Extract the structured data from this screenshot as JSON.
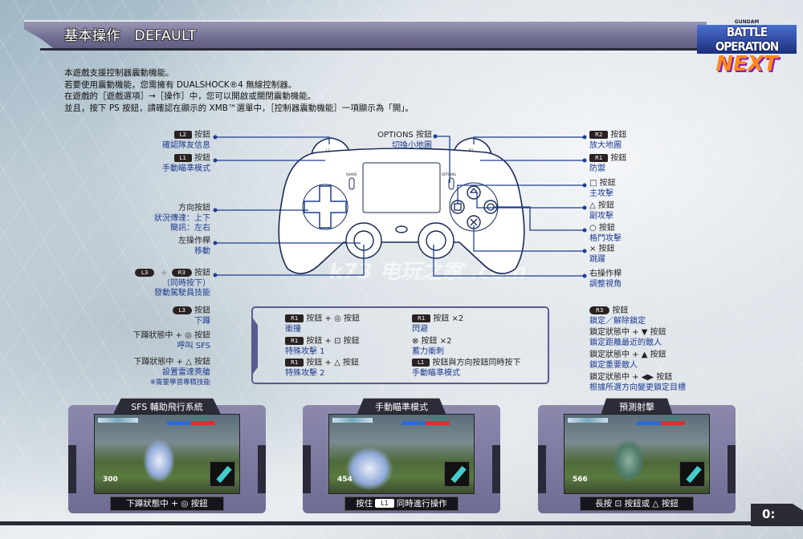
{
  "header": {
    "title": "基本操作　DEFAULT"
  },
  "logo": {
    "brand": "GUNDAM",
    "line1": "BATTLE OPERATION",
    "line2": "NEXT"
  },
  "intro": [
    "本遊戲支援控制器震動機能。",
    "若要使用震動機能，您需擁有 DUALSHOCK®4 無線控制器。",
    "在遊戲的［遊戲選項］→［操作］中，您可以開啟或關閉震動機能。",
    "並且，按下 PS 按鈕，請確認在顯示的 XMB™選單中，［控制器震動機能］一項顯示為「開」。"
  ],
  "colors": {
    "accent_text": "#1d3a8f",
    "line": "#1d3f8f",
    "panel": "#7a779e"
  },
  "left": {
    "l2": {
      "badge": "L2",
      "btn": "按鈕",
      "desc": "確認隊友信息"
    },
    "l1": {
      "badge": "L1",
      "btn": "按鈕",
      "desc": "手動瞄準模式"
    },
    "dpad": {
      "btn": "方向按鈕",
      "desc1": "狀況傳達：上下",
      "desc2": "簡訊：左右"
    },
    "lstick": {
      "btn": "左操作桿",
      "desc": "移動"
    },
    "l3r3": {
      "badge1": "L3",
      "plus": "+",
      "badge2": "R3",
      "btn": "按鈕",
      "desc1": "（同時按下）",
      "desc2": "發動駕駛員技能"
    },
    "l3": {
      "badge": "L3",
      "btn": "按鈕",
      "desc": "下蹲"
    },
    "crouch_circle": {
      "btn": "下蹲狀態中 + ◎ 按鈕",
      "desc": "呼叫 SFS"
    },
    "crouch_tri": {
      "btn": "下蹲狀態中 + △ 按鈕",
      "desc": "設置雷達莢艙",
      "note": "※需要學習專精技能"
    }
  },
  "options": {
    "btn": "OPTIONS 按鈕",
    "desc": "切換小地圖"
  },
  "right": {
    "r2": {
      "badge": "R2",
      "btn": "按鈕",
      "desc": "放大地圖"
    },
    "r1": {
      "badge": "R1",
      "btn": "按鈕",
      "desc": "防禦"
    },
    "square": {
      "btn": "□ 按鈕",
      "desc": "主攻擊"
    },
    "triangle": {
      "btn": "△ 按鈕",
      "desc": "副攻擊"
    },
    "circle": {
      "btn": "○ 按鈕",
      "desc": "格鬥攻擊"
    },
    "cross": {
      "btn": "× 按鈕",
      "desc": "跳躍"
    },
    "rstick": {
      "btn": "右操作桿",
      "desc": "調整視角"
    },
    "r3": {
      "badge": "R3",
      "btn": "按鈕",
      "desc": "鎖定／解除鎖定"
    },
    "lock_down": {
      "btn": "鎖定狀態中 + ▼ 按鈕",
      "desc": "鎖定距離最近的敵人"
    },
    "lock_up": {
      "btn": "鎖定狀態中 + ▲ 按鈕",
      "desc": "鎖定重要敵人"
    },
    "lock_lr": {
      "btn": "鎖定狀態中 + ◀▶ 按鈕",
      "desc": "根據所選方向變更鎖定目標"
    }
  },
  "combos": [
    {
      "badge": "R1",
      "btn": "按鈕 + ◎ 按鈕",
      "desc": "衝撞"
    },
    {
      "badge": "R1",
      "btn": "按鈕 + ⊡ 按鈕",
      "desc": "特殊攻擊 1"
    },
    {
      "badge": "R1",
      "btn": "按鈕 + △ 按鈕",
      "desc": "特殊攻擊 2"
    },
    {
      "badge": "R1",
      "btn": "按鈕 ×2",
      "desc": "閃避"
    },
    {
      "badge": "",
      "btn": "⊗ 按鈕 ×2",
      "desc": "蓄力衝刺"
    },
    {
      "badge": "L1",
      "btn": "按鈕與方向按鈕同時按下",
      "desc": "手動瞄準模式"
    }
  ],
  "controller": {
    "l2": "L2",
    "l1": "L1",
    "r2": "R2",
    "r1": "R1",
    "share": "SHARE",
    "options": "OPTIONS"
  },
  "panels": [
    {
      "title": "SFS 輔助飛行系統",
      "hud_value": "300",
      "caption": "下蹲狀態中 + ◎ 按鈕"
    },
    {
      "title": "手動瞄準模式",
      "hud_value": "454",
      "caption_pre": "按住",
      "caption_badge": "L1",
      "caption_post": "同時進行操作"
    },
    {
      "title": "預測射擊",
      "hud_value": "566",
      "caption": "長按 ⊡ 按鈕或 △ 按鈕"
    }
  ],
  "watermark": "k73 电玩之家 .com",
  "page_number": "0:"
}
